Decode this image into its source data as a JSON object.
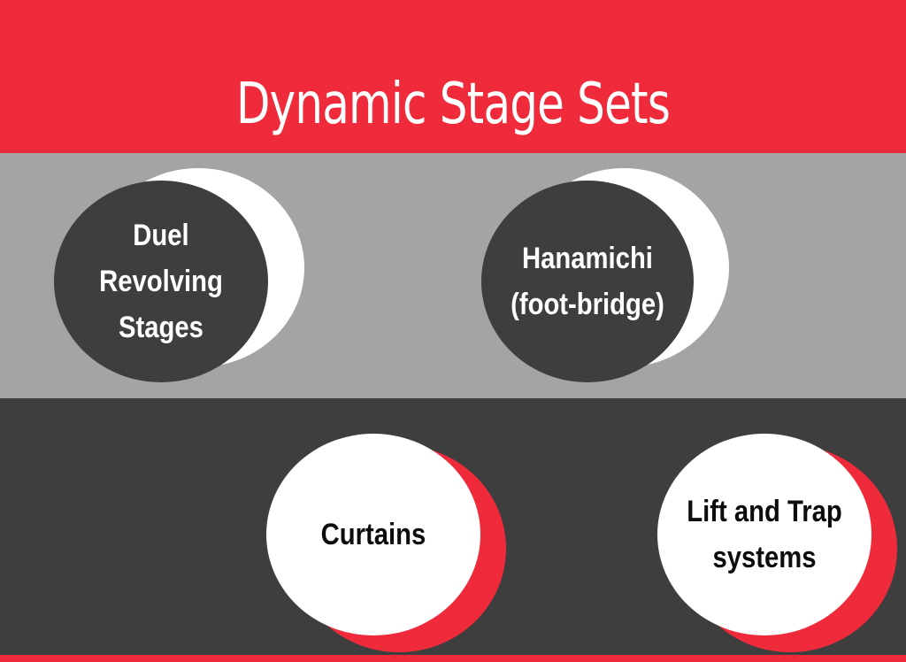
{
  "title": "Dynamic Stage Sets",
  "items": [
    {
      "label_lines": [
        "Duel",
        "Revolving",
        "Stages"
      ]
    },
    {
      "label_lines": [
        "Hanamichi",
        "(foot-bridge)"
      ]
    },
    {
      "label_lines": [
        "Curtains"
      ]
    },
    {
      "label_lines": [
        "Lift and Trap",
        "systems"
      ]
    }
  ],
  "colors": {
    "accent_red": "#ef2b3b",
    "band_grey": "#a4a4a4",
    "dark": "#3e3e3f",
    "white": "#ffffff"
  }
}
